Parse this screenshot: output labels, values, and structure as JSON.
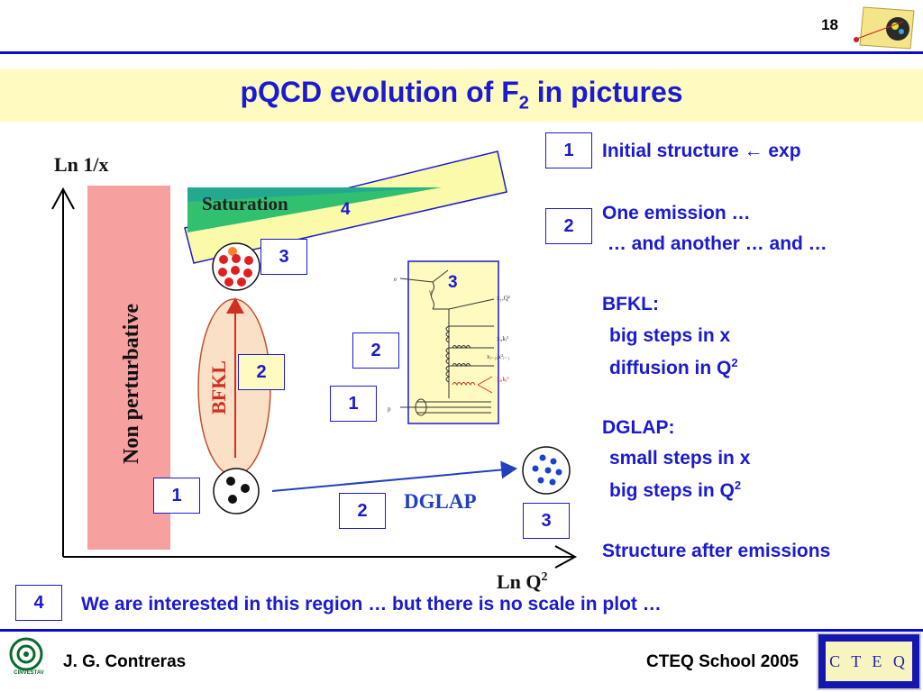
{
  "slide": {
    "number": "18"
  },
  "title": {
    "main": "pQCD evolution of F",
    "sub": "2",
    "tail": " in pictures"
  },
  "diagram": {
    "y_axis_label": "Ln 1/x",
    "x_axis_label_main": "Ln Q",
    "x_axis_label_sup": "2",
    "non_perturbative": "Non perturbative",
    "saturation": "Saturation",
    "bfkl": "BFKL",
    "dglap": "DGLAP",
    "region_4_label": "4",
    "ladder_labels": {
      "e": "e",
      "gamma": "γ",
      "x1": "x₁,Q²",
      "xi": "xᵢ,kᵢ²",
      "xi1": "xᵢ₋₁,k²ᵢ₋₁",
      "xj": "xⱼ,kⱼ²",
      "p": "p"
    },
    "markers": {
      "m1_left": "1",
      "m2_bfkl": "2",
      "m3_top": "3",
      "m2_dglap": "2",
      "m3_dglap": "3",
      "m1_ladder": "1",
      "m2_ladder": "2",
      "m3_ladder": "3"
    },
    "colors": {
      "non_perturbative": "#f7a0a0",
      "bfkl_ellipse": "#fbe0c8",
      "saturation_green": "#30c070",
      "saturation_teal": "#20a0a0",
      "region4_band": "#fafaa8",
      "dglap_arrow": "#2040c0",
      "parton_red": "#e02020",
      "parton_blue": "#1a40d0"
    }
  },
  "side": {
    "box1": "1",
    "line1": "Initial structure ← exp",
    "box2": "2",
    "line2": "One emission …",
    "line3": " … and another … and …",
    "bfkl_head": "BFKL:",
    "bfkl_1": "big steps in x",
    "bfkl_2": "diffusion in Q",
    "bfkl_2_sup": "2",
    "dglap_head": "DGLAP:",
    "dglap_1": "small steps in x",
    "dglap_2": "big steps in Q",
    "dglap_2_sup": "2",
    "after": "Structure after emissions"
  },
  "bottom": {
    "box": "4",
    "text": "We are interested in this region … but there is no scale in plot …"
  },
  "footer": {
    "author": "J. G. Contreras",
    "school": "CTEQ School 2005",
    "logo_text": "C T E Q",
    "inst": "CINVESTAV"
  }
}
